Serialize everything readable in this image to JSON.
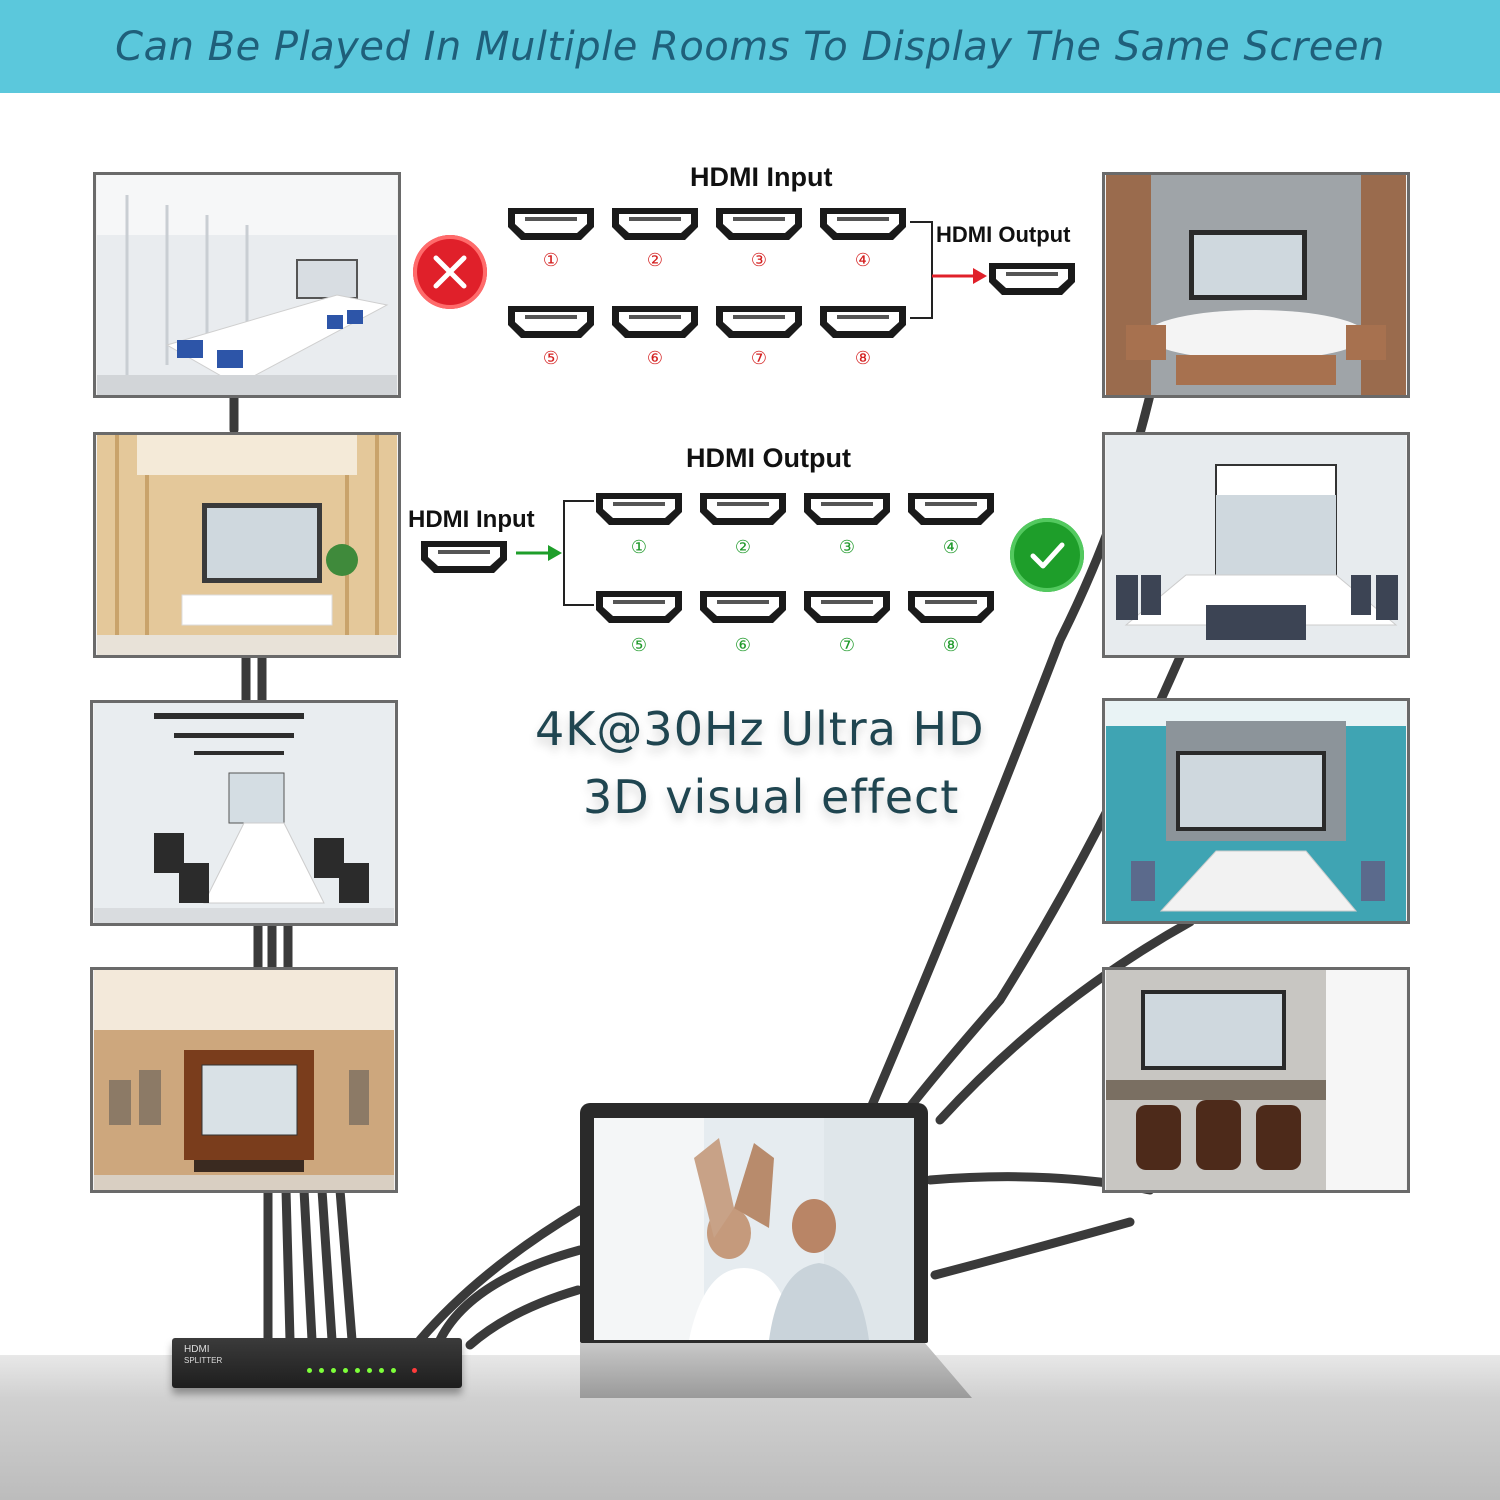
{
  "banner": {
    "title": "Can Be Played In Multiple Rooms To Display The Same Screen"
  },
  "switch_diagram": {
    "input_label": "HDMI Input",
    "output_label": "HDMI Output",
    "port_numbers": [
      "①",
      "②",
      "③",
      "④",
      "⑤",
      "⑥",
      "⑦",
      "⑧"
    ],
    "status_icon": "cross-icon",
    "status_color": "#e0202a"
  },
  "splitter_diagram": {
    "output_label": "HDMI Output",
    "input_label": "HDMI Input",
    "port_numbers": [
      "①",
      "②",
      "③",
      "④",
      "⑤",
      "⑥",
      "⑦",
      "⑧"
    ],
    "status_icon": "check-icon",
    "status_color": "#1e9e2a"
  },
  "specs": {
    "line1": "4K@30Hz Ultra HD",
    "line2": "3D visual effect"
  },
  "device": {
    "splitter_label_1": "HDMI",
    "splitter_label_2": "SPLITTER"
  },
  "colors": {
    "banner": "#5bc8dc",
    "banner_text": "#1f5f7a",
    "spec_text": "#1f4550"
  }
}
